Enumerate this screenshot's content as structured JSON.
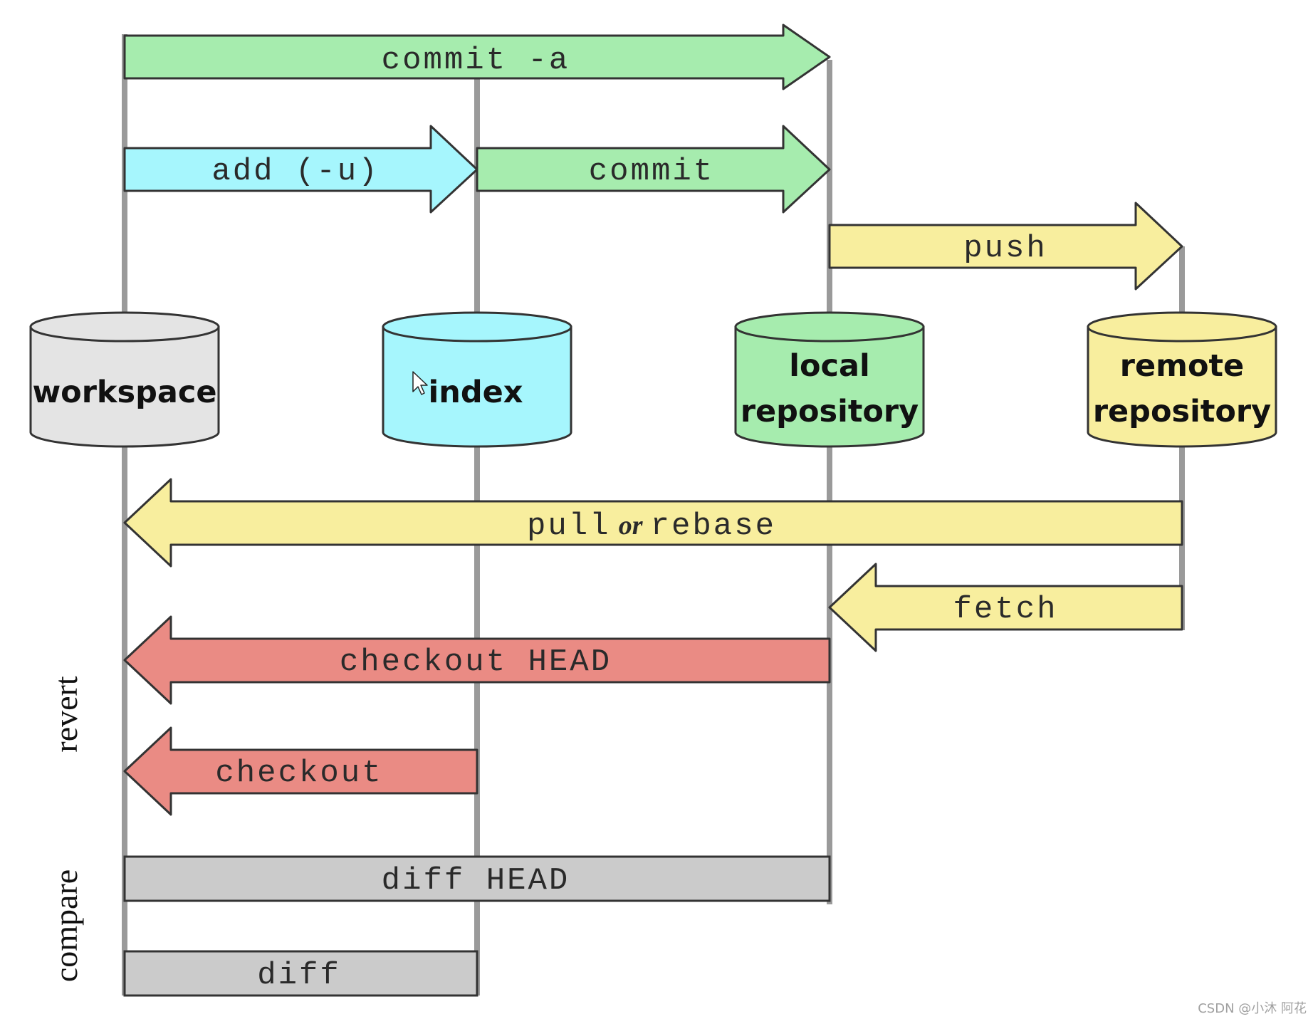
{
  "colors": {
    "workspace": "#e4e4e4",
    "index": "#a6f6fd",
    "local": "#a6ecae",
    "remote": "#f8ee9e",
    "revert": "#ea8b84",
    "compare": "#cbcbcb",
    "lifeline": "#9a9a9a",
    "outline": "#333333"
  },
  "stores": {
    "workspace": "workspace",
    "index": "index",
    "local_line1": "local",
    "local_line2": "repository",
    "remote_line1": "remote",
    "remote_line2": "repository"
  },
  "arrows": {
    "commit_a": "commit -a",
    "add_u": "add (-u)",
    "commit": "commit",
    "push": "push",
    "pull_part1": "pull",
    "pull_or": "or",
    "pull_part2": "rebase",
    "fetch": "fetch",
    "checkout_head": "checkout HEAD",
    "checkout": "checkout",
    "diff_head": "diff HEAD",
    "diff": "diff"
  },
  "side_labels": {
    "revert": "revert",
    "compare": "compare"
  },
  "watermark": "CSDN @小沐 阿花"
}
